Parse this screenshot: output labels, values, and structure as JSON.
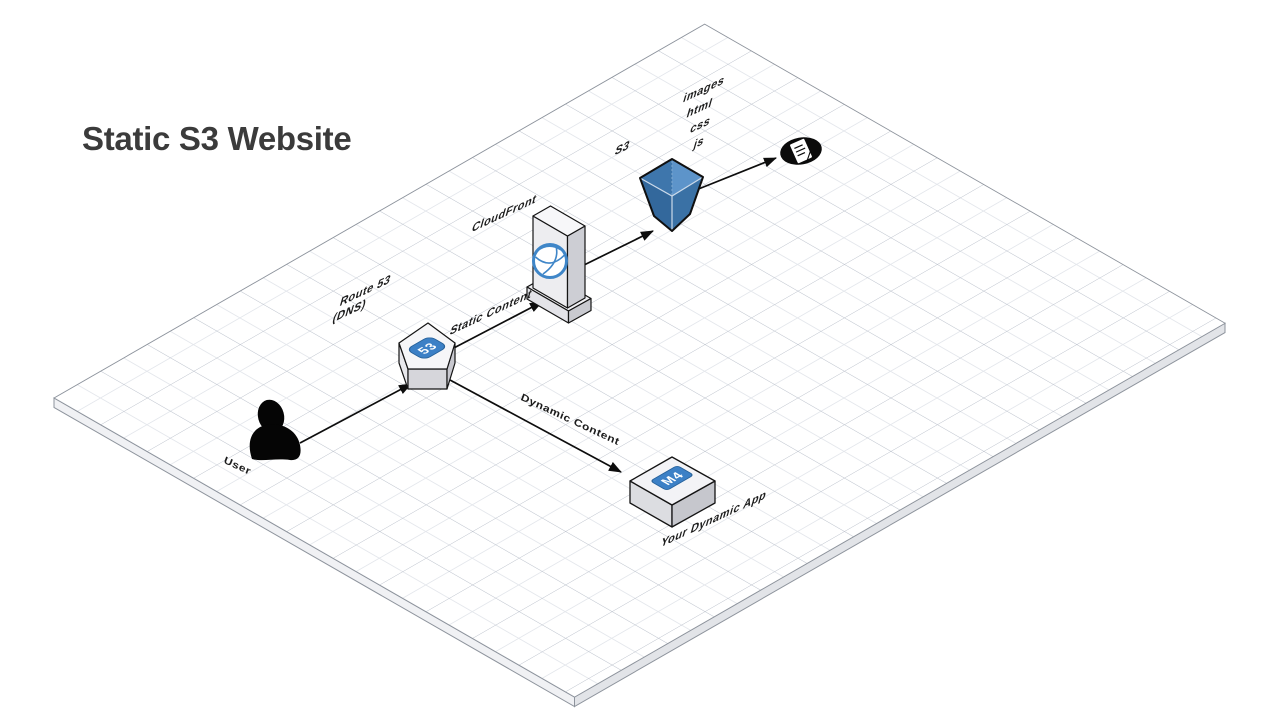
{
  "title": "Static S3 Website",
  "nodes": {
    "user": {
      "label": "User"
    },
    "route53": {
      "lines": [
        "Route 53",
        "(DNS)"
      ],
      "badge": "53"
    },
    "cloudfront": {
      "label": "CloudFront"
    },
    "s3": {
      "label": "S3"
    },
    "files": {
      "lines": [
        "images",
        "html",
        "css",
        "js"
      ]
    },
    "dynamic_app": {
      "label": "Your Dynamic App",
      "badge": "M4"
    }
  },
  "edges": {
    "static_content": {
      "label": "Static Content"
    },
    "dynamic_content": {
      "label": "Dynamic Content"
    }
  },
  "colors": {
    "accent_blue": "#3c80c6",
    "bucket_top_left": "#3e76ac",
    "bucket_top_right": "#5d94ca",
    "bucket_front_left": "#33689c",
    "bucket_front_right": "#3a71a5",
    "grid_major": "#aab0bb",
    "grid_minor": "#e4e7ec",
    "ink": "#0d0d0d",
    "title_text": "#3b3b3b"
  }
}
